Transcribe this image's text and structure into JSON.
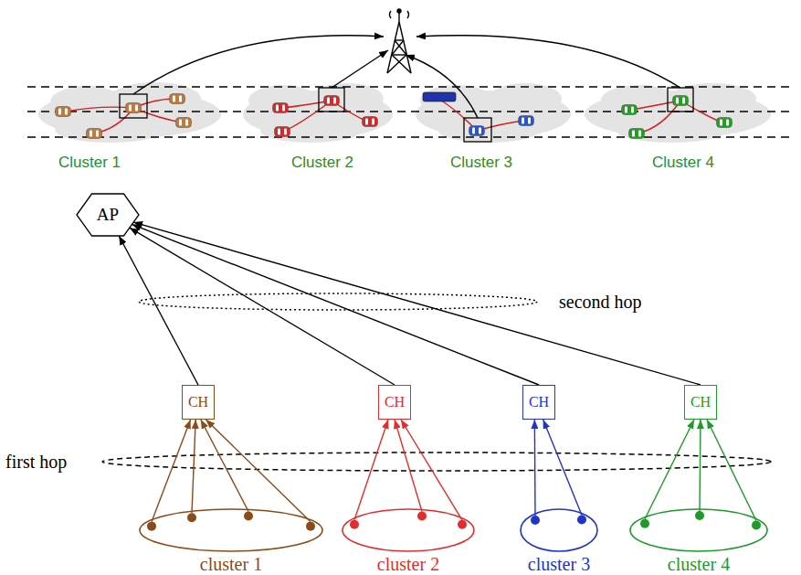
{
  "diagram": {
    "nodes": [
      {
        "text": [
          "AP"
        ]
      },
      {
        "text": [
          "CH"
        ]
      },
      {
        "text": [
          "CH"
        ]
      },
      {
        "text": [
          "CH"
        ]
      },
      {
        "text": [
          "CH"
        ]
      },
      {
        "text": [
          "cluster 1"
        ]
      },
      {
        "text": [
          "cluster 2"
        ]
      },
      {
        "text": [
          "cluster 3"
        ]
      },
      {
        "text": [
          "cluster 4"
        ]
      }
    ],
    "edges": [
      {
        "from": 1,
        "to": 0,
        "arrow": "to"
      },
      {
        "from": 2,
        "to": 0,
        "arrow": "to"
      },
      {
        "from": 3,
        "to": 0,
        "arrow": "to"
      },
      {
        "from": 4,
        "to": 0,
        "arrow": "to"
      },
      {
        "from": 5,
        "to": 1,
        "arrow": "to"
      },
      {
        "from": 5,
        "to": 1,
        "arrow": "to"
      },
      {
        "from": 5,
        "to": 1,
        "arrow": "to"
      },
      {
        "from": 5,
        "to": 1,
        "arrow": "to"
      },
      {
        "from": 6,
        "to": 2,
        "arrow": "to"
      },
      {
        "from": 6,
        "to": 2,
        "arrow": "to"
      },
      {
        "from": 6,
        "to": 2,
        "arrow": "to"
      },
      {
        "from": 7,
        "to": 3,
        "arrow": "to"
      },
      {
        "from": 7,
        "to": 3,
        "arrow": "to"
      },
      {
        "from": 8,
        "to": 4,
        "arrow": "to"
      },
      {
        "from": 8,
        "to": 4,
        "arrow": "to"
      },
      {
        "from": 8,
        "to": 4,
        "arrow": "to"
      }
    ],
    "labels": [
      "Cluster 1",
      "Cluster 2",
      "Cluster 3",
      "Cluster 4",
      "second hop",
      "first hop"
    ]
  }
}
